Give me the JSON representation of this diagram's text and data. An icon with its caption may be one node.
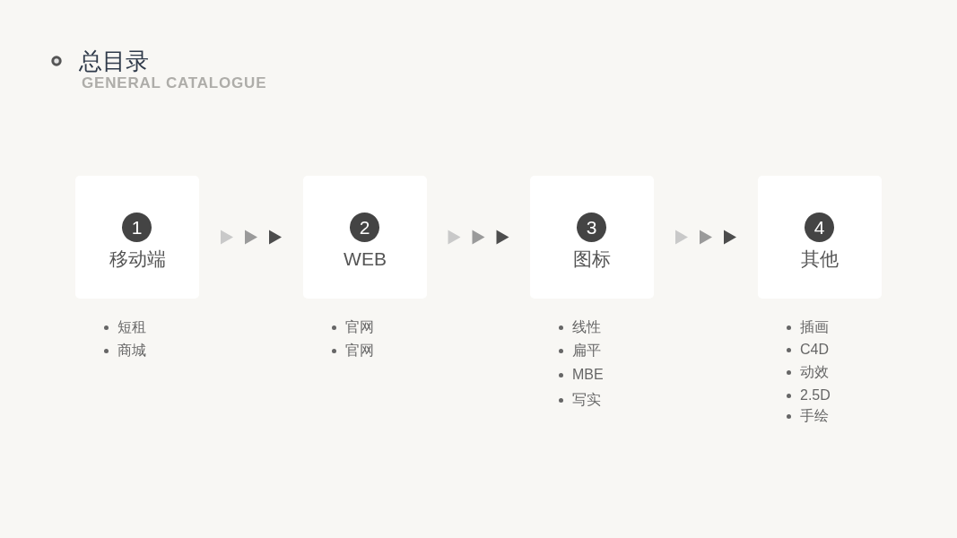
{
  "diagram": {
    "title": "总目录",
    "nodes": [
      {
        "text": [
          "1",
          "移动端"
        ],
        "beside": [
          "短租",
          "商城"
        ]
      },
      {
        "text": [
          "2",
          "WEB"
        ],
        "beside": [
          "官网",
          "官网"
        ]
      },
      {
        "text": [
          "3",
          "图标"
        ],
        "beside": [
          "线性",
          "扁平",
          "MBE",
          "写实"
        ]
      },
      {
        "text": [
          "4",
          "其他"
        ],
        "beside": [
          "插画",
          "C4D",
          "动效",
          "2.5D",
          "手绘"
        ]
      }
    ],
    "edges": [
      {
        "from": 0,
        "to": 1,
        "arrow": "to"
      },
      {
        "from": 1,
        "to": 2,
        "arrow": "to"
      },
      {
        "from": 2,
        "to": 3,
        "arrow": "to"
      }
    ],
    "labels": [
      "GENERAL CATALOGUE"
    ]
  }
}
